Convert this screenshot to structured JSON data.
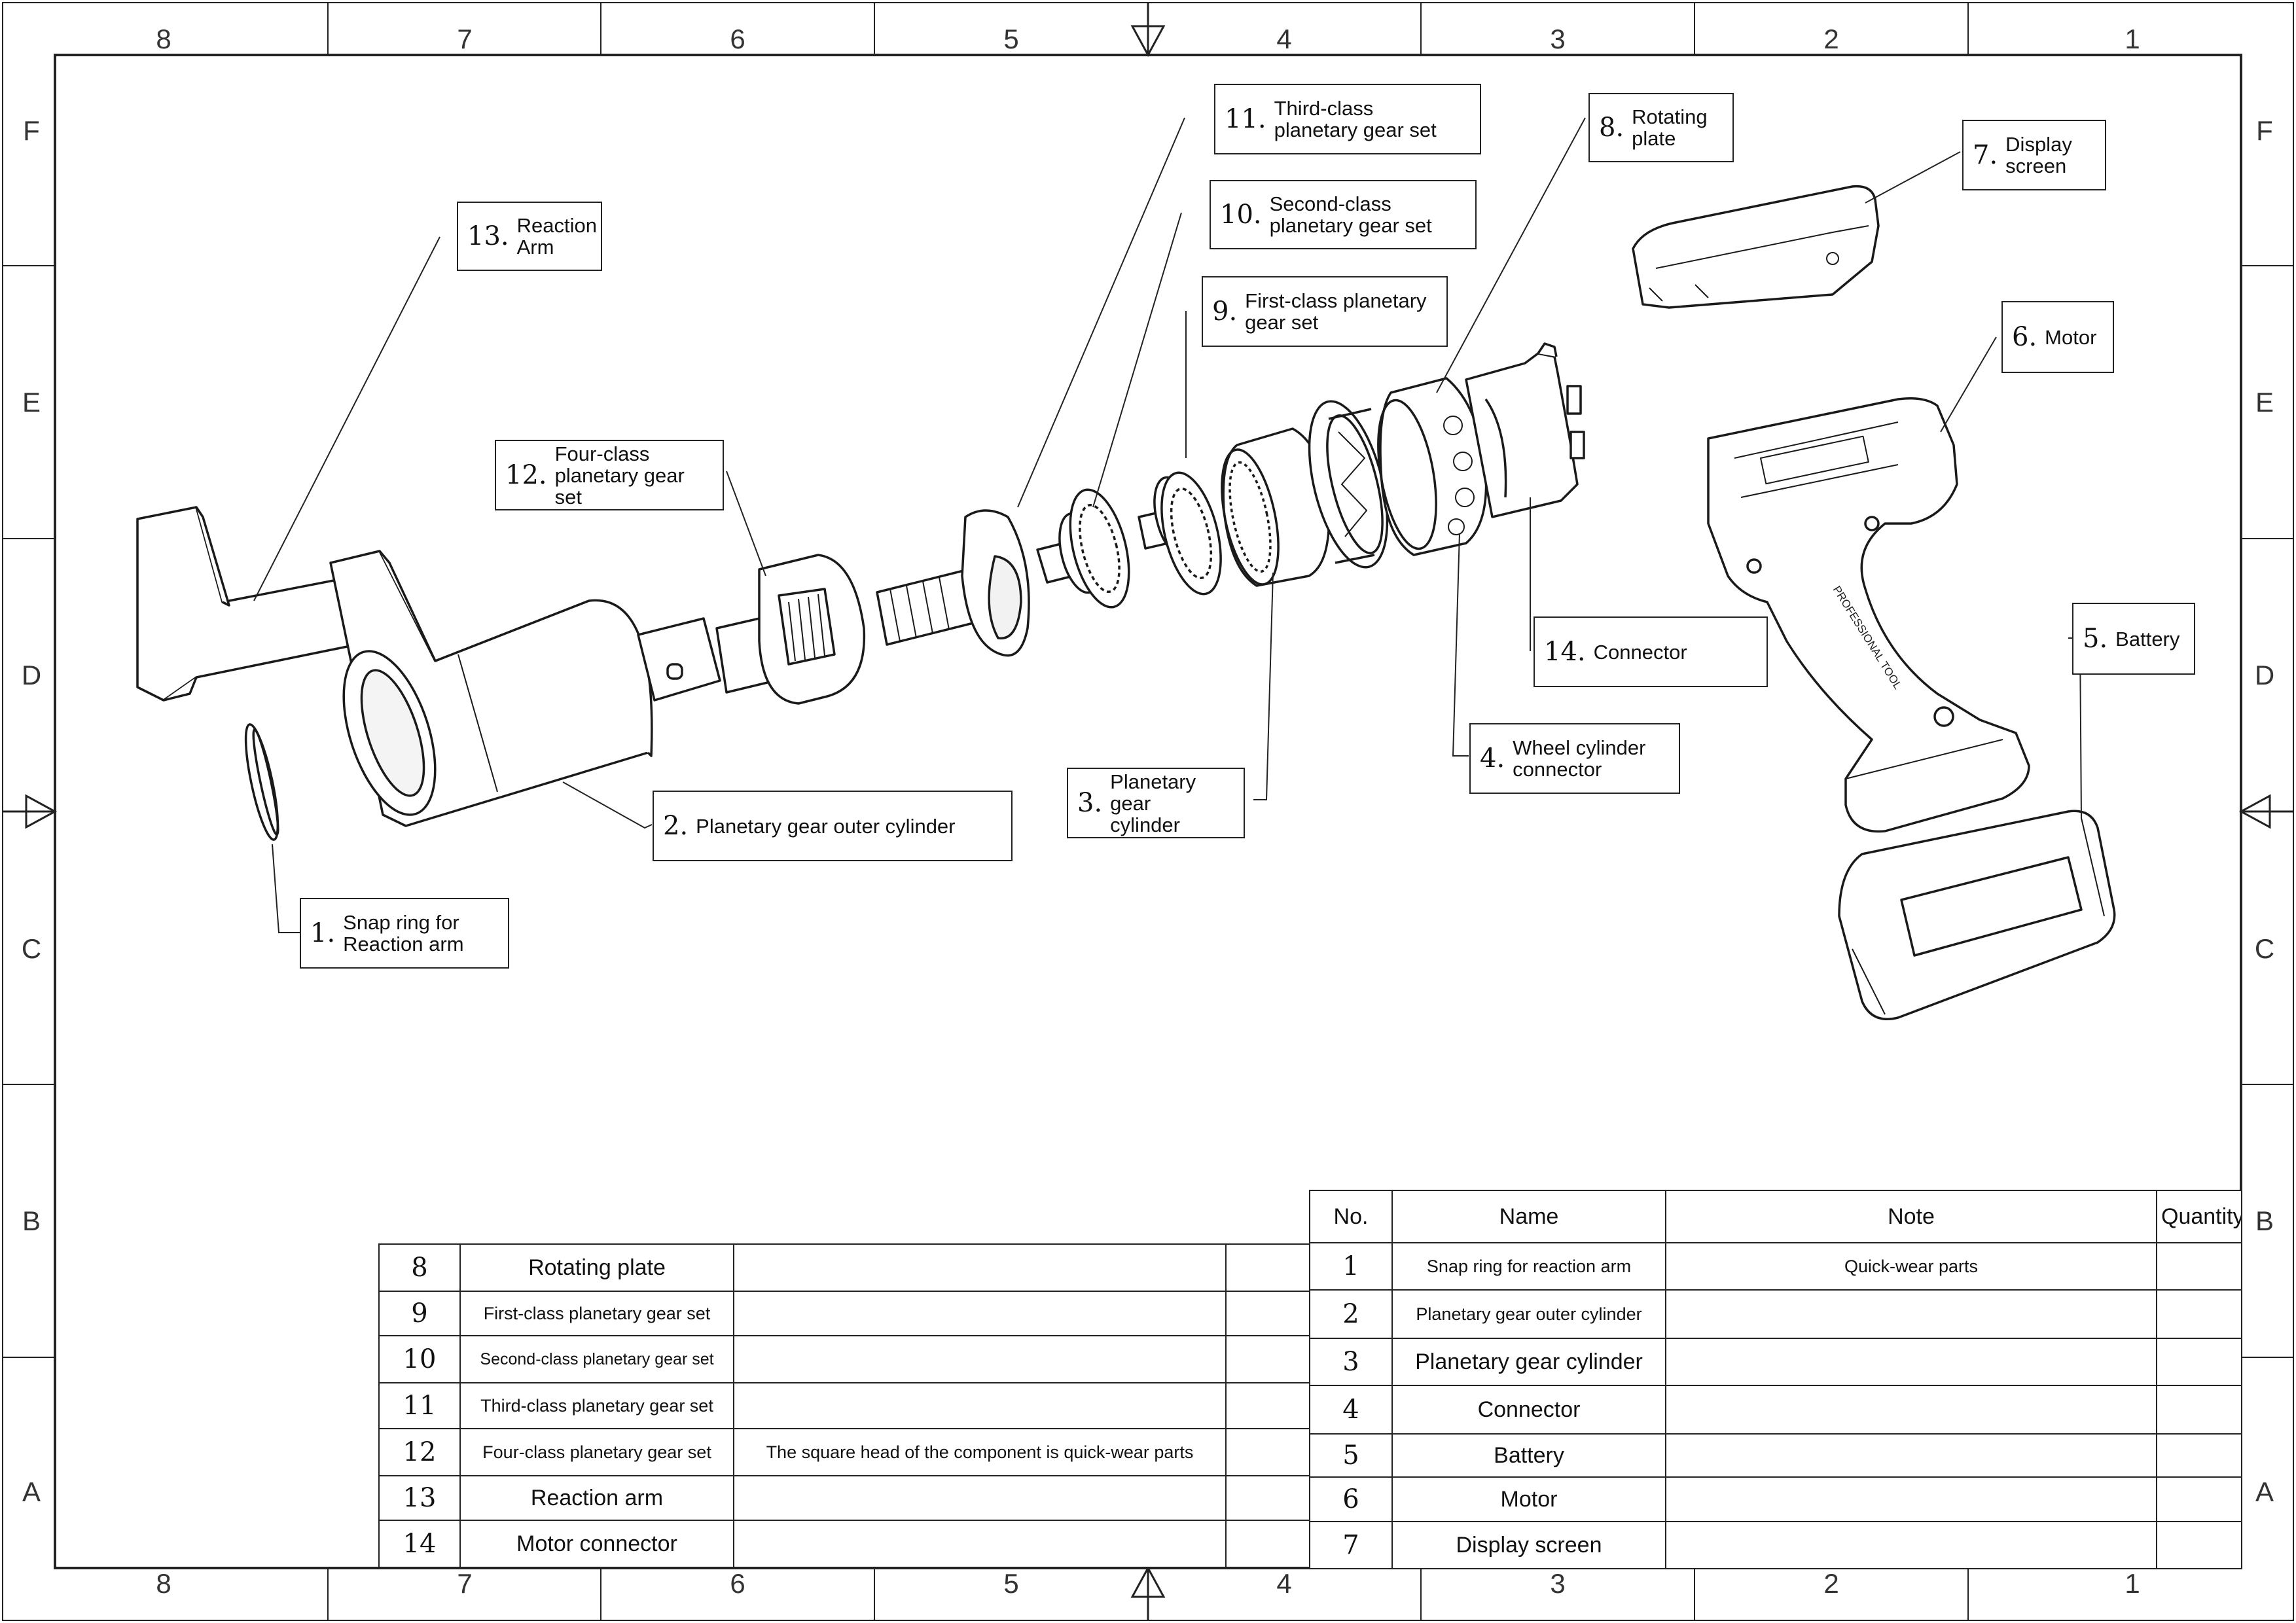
{
  "border": {
    "columns": [
      "8",
      "7",
      "6",
      "5",
      "4",
      "3",
      "2",
      "1"
    ],
    "rows": [
      "F",
      "E",
      "D",
      "C",
      "B",
      "A"
    ]
  },
  "callouts": {
    "c13": {
      "num": "13.",
      "text": "Reaction\nArm"
    },
    "c12": {
      "num": "12.",
      "text": "Four-class\nplanetary gear set"
    },
    "c11": {
      "num": "11.",
      "text": "Third-class\nplanetary gear set"
    },
    "c10": {
      "num": "10.",
      "text": "Second-class\nplanetary gear set"
    },
    "c9": {
      "num": "9.",
      "text": "First-class planetary\ngear set"
    },
    "c8": {
      "num": "8.",
      "text": "Rotating\nplate"
    },
    "c7": {
      "num": "7.",
      "text": "Display\nscreen"
    },
    "c6": {
      "num": "6.",
      "text": "Motor"
    },
    "c5": {
      "num": "5.",
      "text": "Battery"
    },
    "c14": {
      "num": "14.",
      "text": "Connector"
    },
    "c4": {
      "num": "4.",
      "text": "Wheel cylinder\nconnector"
    },
    "c3": {
      "num": "3.",
      "text": "Planetary gear\ncylinder"
    },
    "c2": {
      "num": "2.",
      "text": "Planetary gear outer cylinder"
    },
    "c1": {
      "num": "1.",
      "text": "Snap ring for\nReaction arm"
    }
  },
  "tool_markings": {
    "brand_text": "PROFESSIONAL TOOL"
  },
  "parts_table_right": {
    "headers": {
      "no": "No.",
      "name": "Name",
      "note": "Note",
      "qty": "Quantity"
    },
    "rows": [
      {
        "no": "1",
        "name": "Snap ring for reaction arm",
        "note": "Quick-wear parts",
        "qty": ""
      },
      {
        "no": "2",
        "name": "Planetary gear outer cylinder",
        "note": "",
        "qty": ""
      },
      {
        "no": "3",
        "name": "Planetary gear cylinder",
        "note": "",
        "qty": ""
      },
      {
        "no": "4",
        "name": "Connector",
        "note": "",
        "qty": ""
      },
      {
        "no": "5",
        "name": "Battery",
        "note": "",
        "qty": ""
      },
      {
        "no": "6",
        "name": "Motor",
        "note": "",
        "qty": ""
      },
      {
        "no": "7",
        "name": "Display screen",
        "note": "",
        "qty": ""
      }
    ]
  },
  "parts_table_left": {
    "rows": [
      {
        "no": "8",
        "name": "Rotating plate",
        "note": "",
        "qty": ""
      },
      {
        "no": "9",
        "name": "First-class planetary gear set",
        "note": "",
        "qty": ""
      },
      {
        "no": "10",
        "name": "Second-class planetary gear set",
        "note": "",
        "qty": ""
      },
      {
        "no": "11",
        "name": "Third-class planetary gear set",
        "note": "",
        "qty": ""
      },
      {
        "no": "12",
        "name": "Four-class planetary gear set",
        "note": "The square head of the component is quick-wear parts",
        "qty": ""
      },
      {
        "no": "13",
        "name": "Reaction arm",
        "note": "",
        "qty": ""
      },
      {
        "no": "14",
        "name": "Motor connector",
        "note": "",
        "qty": ""
      }
    ]
  }
}
